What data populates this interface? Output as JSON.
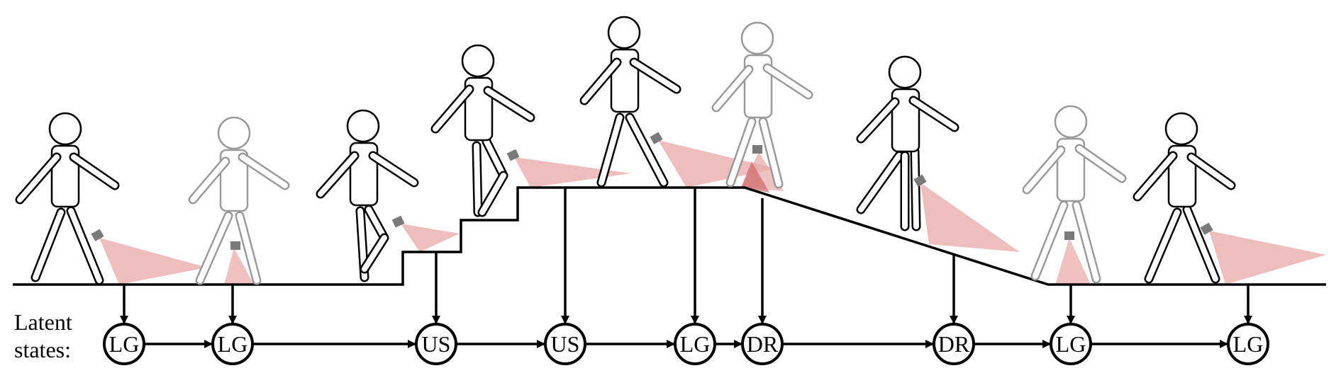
{
  "latent_label": {
    "line1": "Latent",
    "line2": "states:"
  },
  "states": [
    "LG",
    "LG",
    "US",
    "US",
    "LG",
    "DR",
    "DR",
    "LG",
    "LG"
  ],
  "figures": [
    {
      "kind": "walk-flat",
      "faded": false
    },
    {
      "kind": "walk-flat",
      "faded": true
    },
    {
      "kind": "step-up-start",
      "faded": false
    },
    {
      "kind": "stair-climb",
      "faded": false
    },
    {
      "kind": "top-walk",
      "faded": false
    },
    {
      "kind": "top-walk",
      "faded": true
    },
    {
      "kind": "ramp-descent",
      "faded": false
    },
    {
      "kind": "walk-flat",
      "faded": true
    },
    {
      "kind": "walk-flat",
      "faded": false
    }
  ],
  "colors": {
    "ink": "#000000",
    "faded_ink": "#9a9a9a",
    "camera": "#7a7a7a",
    "camera_cone": "#e8a8a8",
    "camera_cone_overlap": "#d06a6a"
  }
}
